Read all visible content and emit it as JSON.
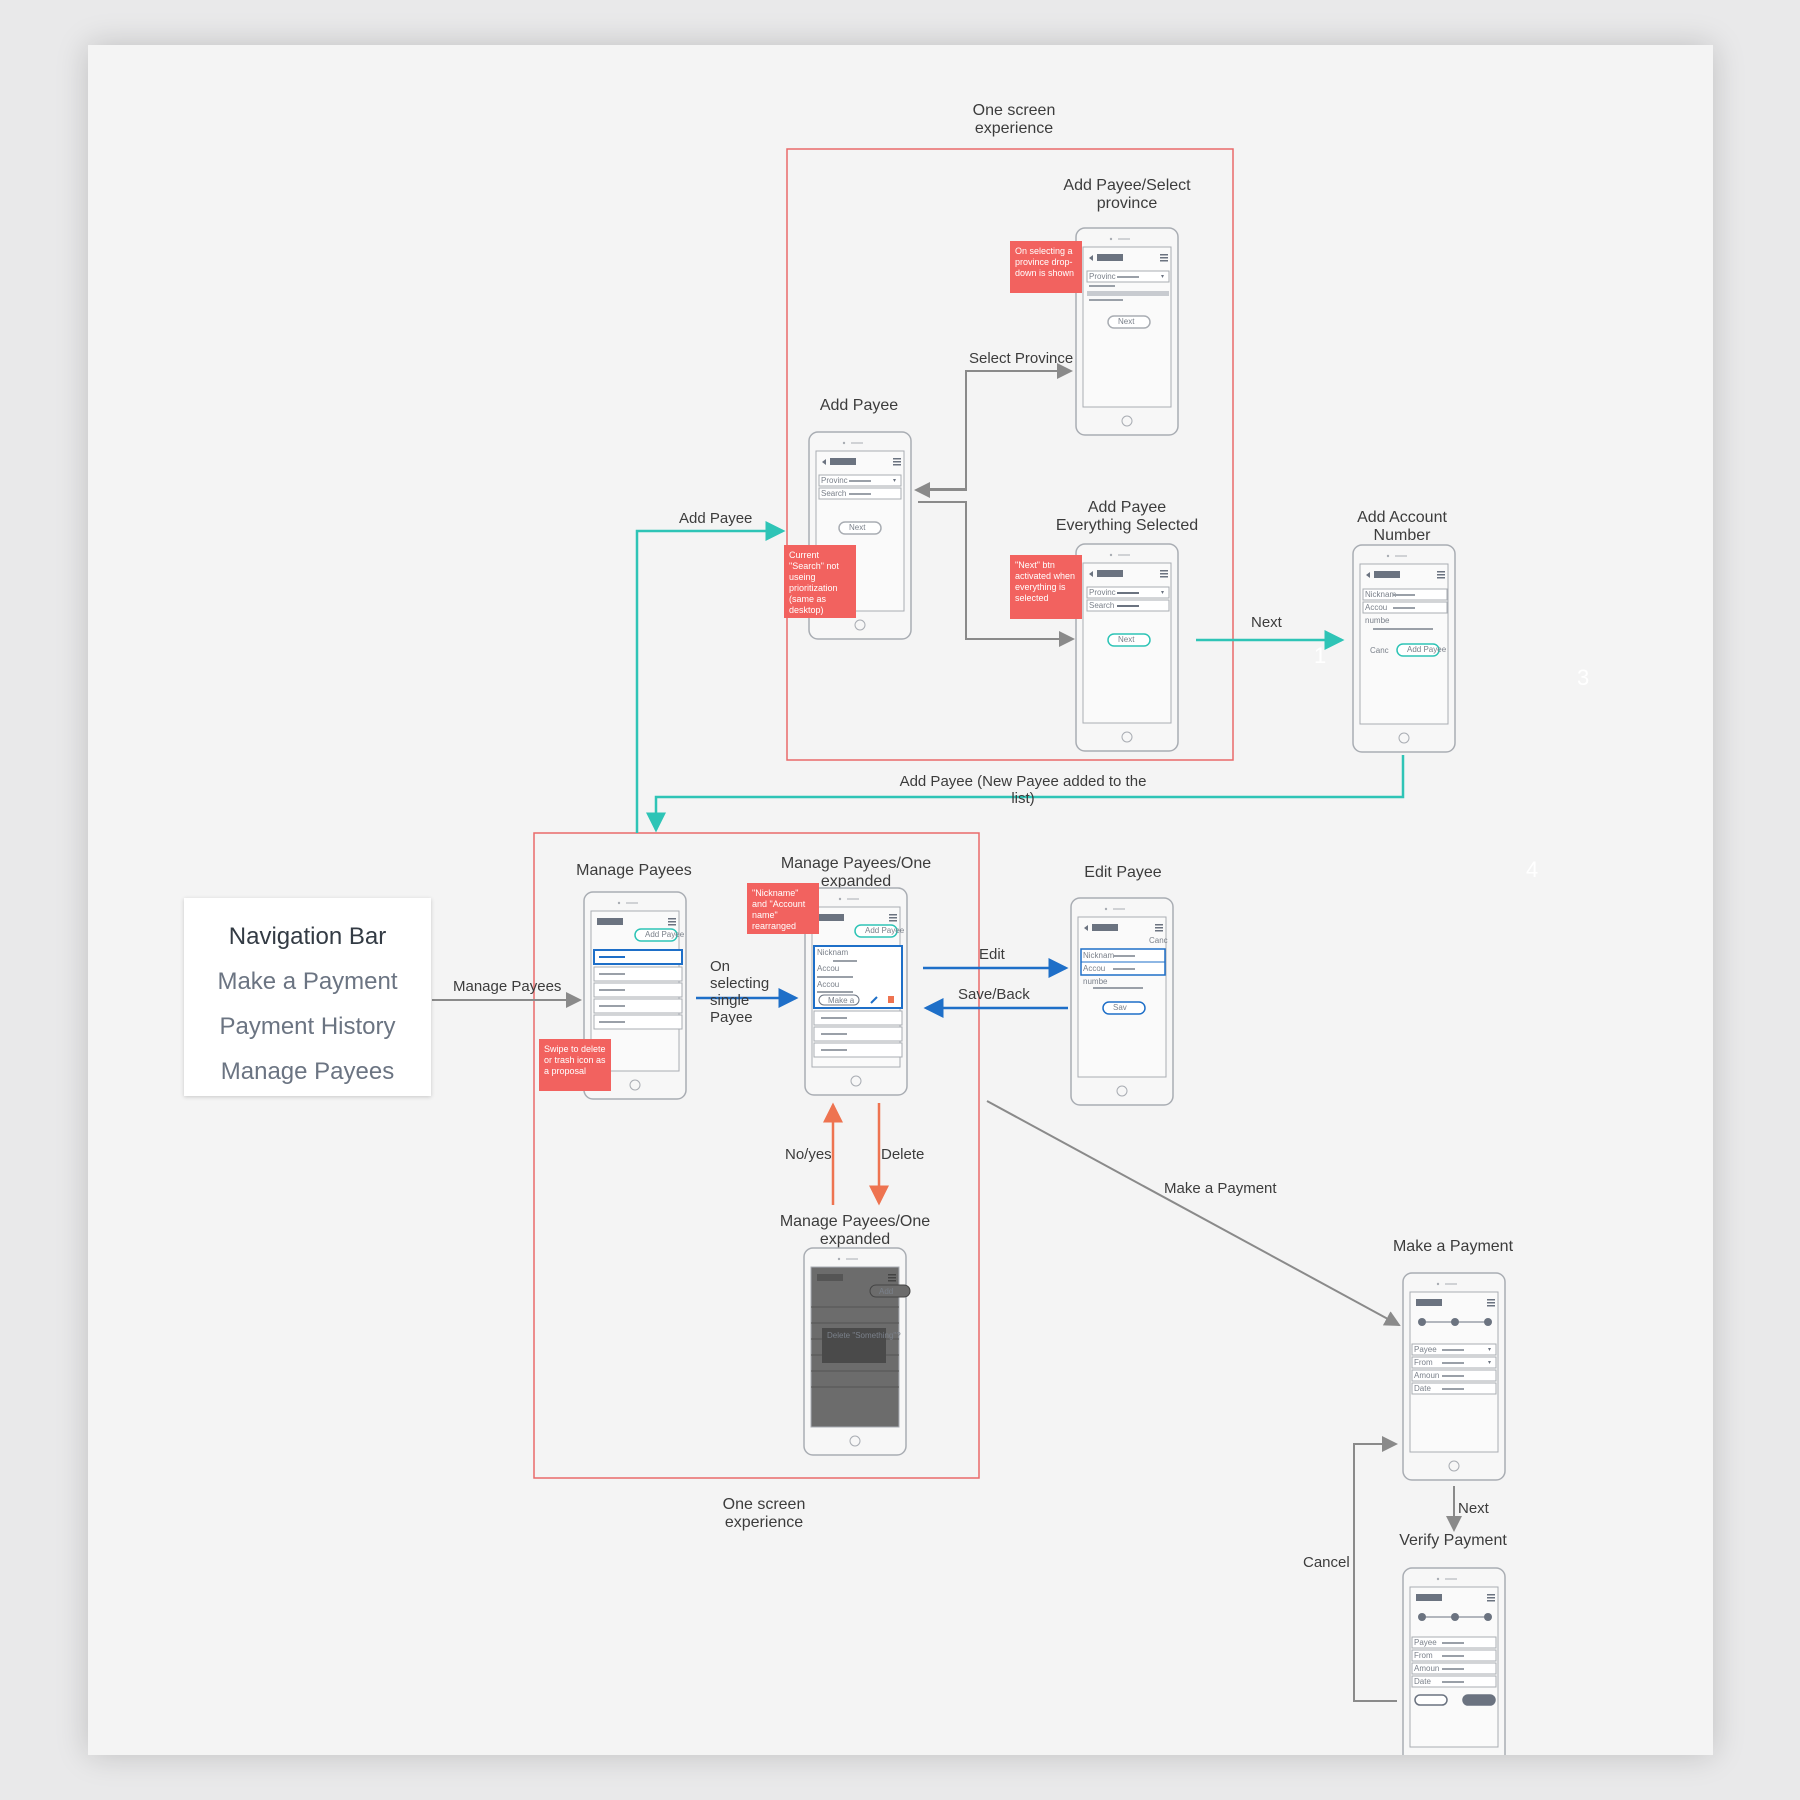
{
  "navigation": {
    "heading": "Navigation Bar",
    "items": [
      "Make a Payment",
      "Payment History",
      "Manage Payees"
    ]
  },
  "group_labels": {
    "top": [
      "One screen",
      "experience"
    ],
    "bottom": [
      "One screen",
      "experience"
    ]
  },
  "screens": {
    "add_payee_select_province": [
      "Add Payee/Select",
      "province"
    ],
    "add_payee": "Add Payee",
    "add_payee_everything_selected": [
      "Add Payee",
      "Everything Selected"
    ],
    "add_account_number": [
      "Add Account",
      "Number"
    ],
    "manage_payees": "Manage Payees",
    "manage_payees_one_expanded": [
      "Manage Payees/One",
      "expanded"
    ],
    "manage_payees_one_expanded_delete": [
      "Manage Payees/One",
      "expanded"
    ],
    "edit_payee": "Edit Payee",
    "make_a_payment": "Make a Payment",
    "verify_payment": "Verify Payment"
  },
  "connectors": {
    "select_province": "Select Province",
    "add_payee": "Add Payee",
    "next_account": "Next",
    "add_payee_new": [
      "Add Payee (New Payee added to the",
      "list)"
    ],
    "manage_payees": "Manage Payees",
    "on_selecting": [
      "On",
      "selecting",
      "single",
      "Payee"
    ],
    "edit": "Edit",
    "save_back": "Save/Back",
    "no_yes": "No/yes",
    "delete": "Delete",
    "make_a_payment": "Make a Payment",
    "next_verify": "Next",
    "cancel": "Cancel"
  },
  "notes": {
    "province": "On selecting a province drop-down is shown",
    "next_btn": "\"Next\" btn activated when everything is selected",
    "current_search": "Current \"Search\" not useing prioritization (same as desktop)",
    "nickname": "\"Nickname\" and \"Account name\" rearranged",
    "swipe": "Swipe to delete or trash icon as a proposal"
  },
  "phone_text": {
    "province_field": "Provinc",
    "search_field": "Search",
    "next_btn": "Next",
    "nickname": "Nicknam",
    "account": "Accou",
    "number": "numbe",
    "cancel": "Canc",
    "add_payee_btn": "Add Payee",
    "add_btn": "Add",
    "save_btn": "Sav",
    "make_btn": "Make a",
    "delete_dialog": "Delete \"Something\"?",
    "payee": "Payee",
    "from": "From",
    "amount": "Amoun",
    "date": "Date"
  },
  "stray_digits": [
    "1",
    "3",
    "4"
  ],
  "colors": {
    "teal": "#2ec4b6",
    "blue": "#1e6fc8",
    "gray": "#8a8a8a",
    "orange": "#ee7350",
    "red_box": "#ea6a6a",
    "note": "#f2625f"
  }
}
